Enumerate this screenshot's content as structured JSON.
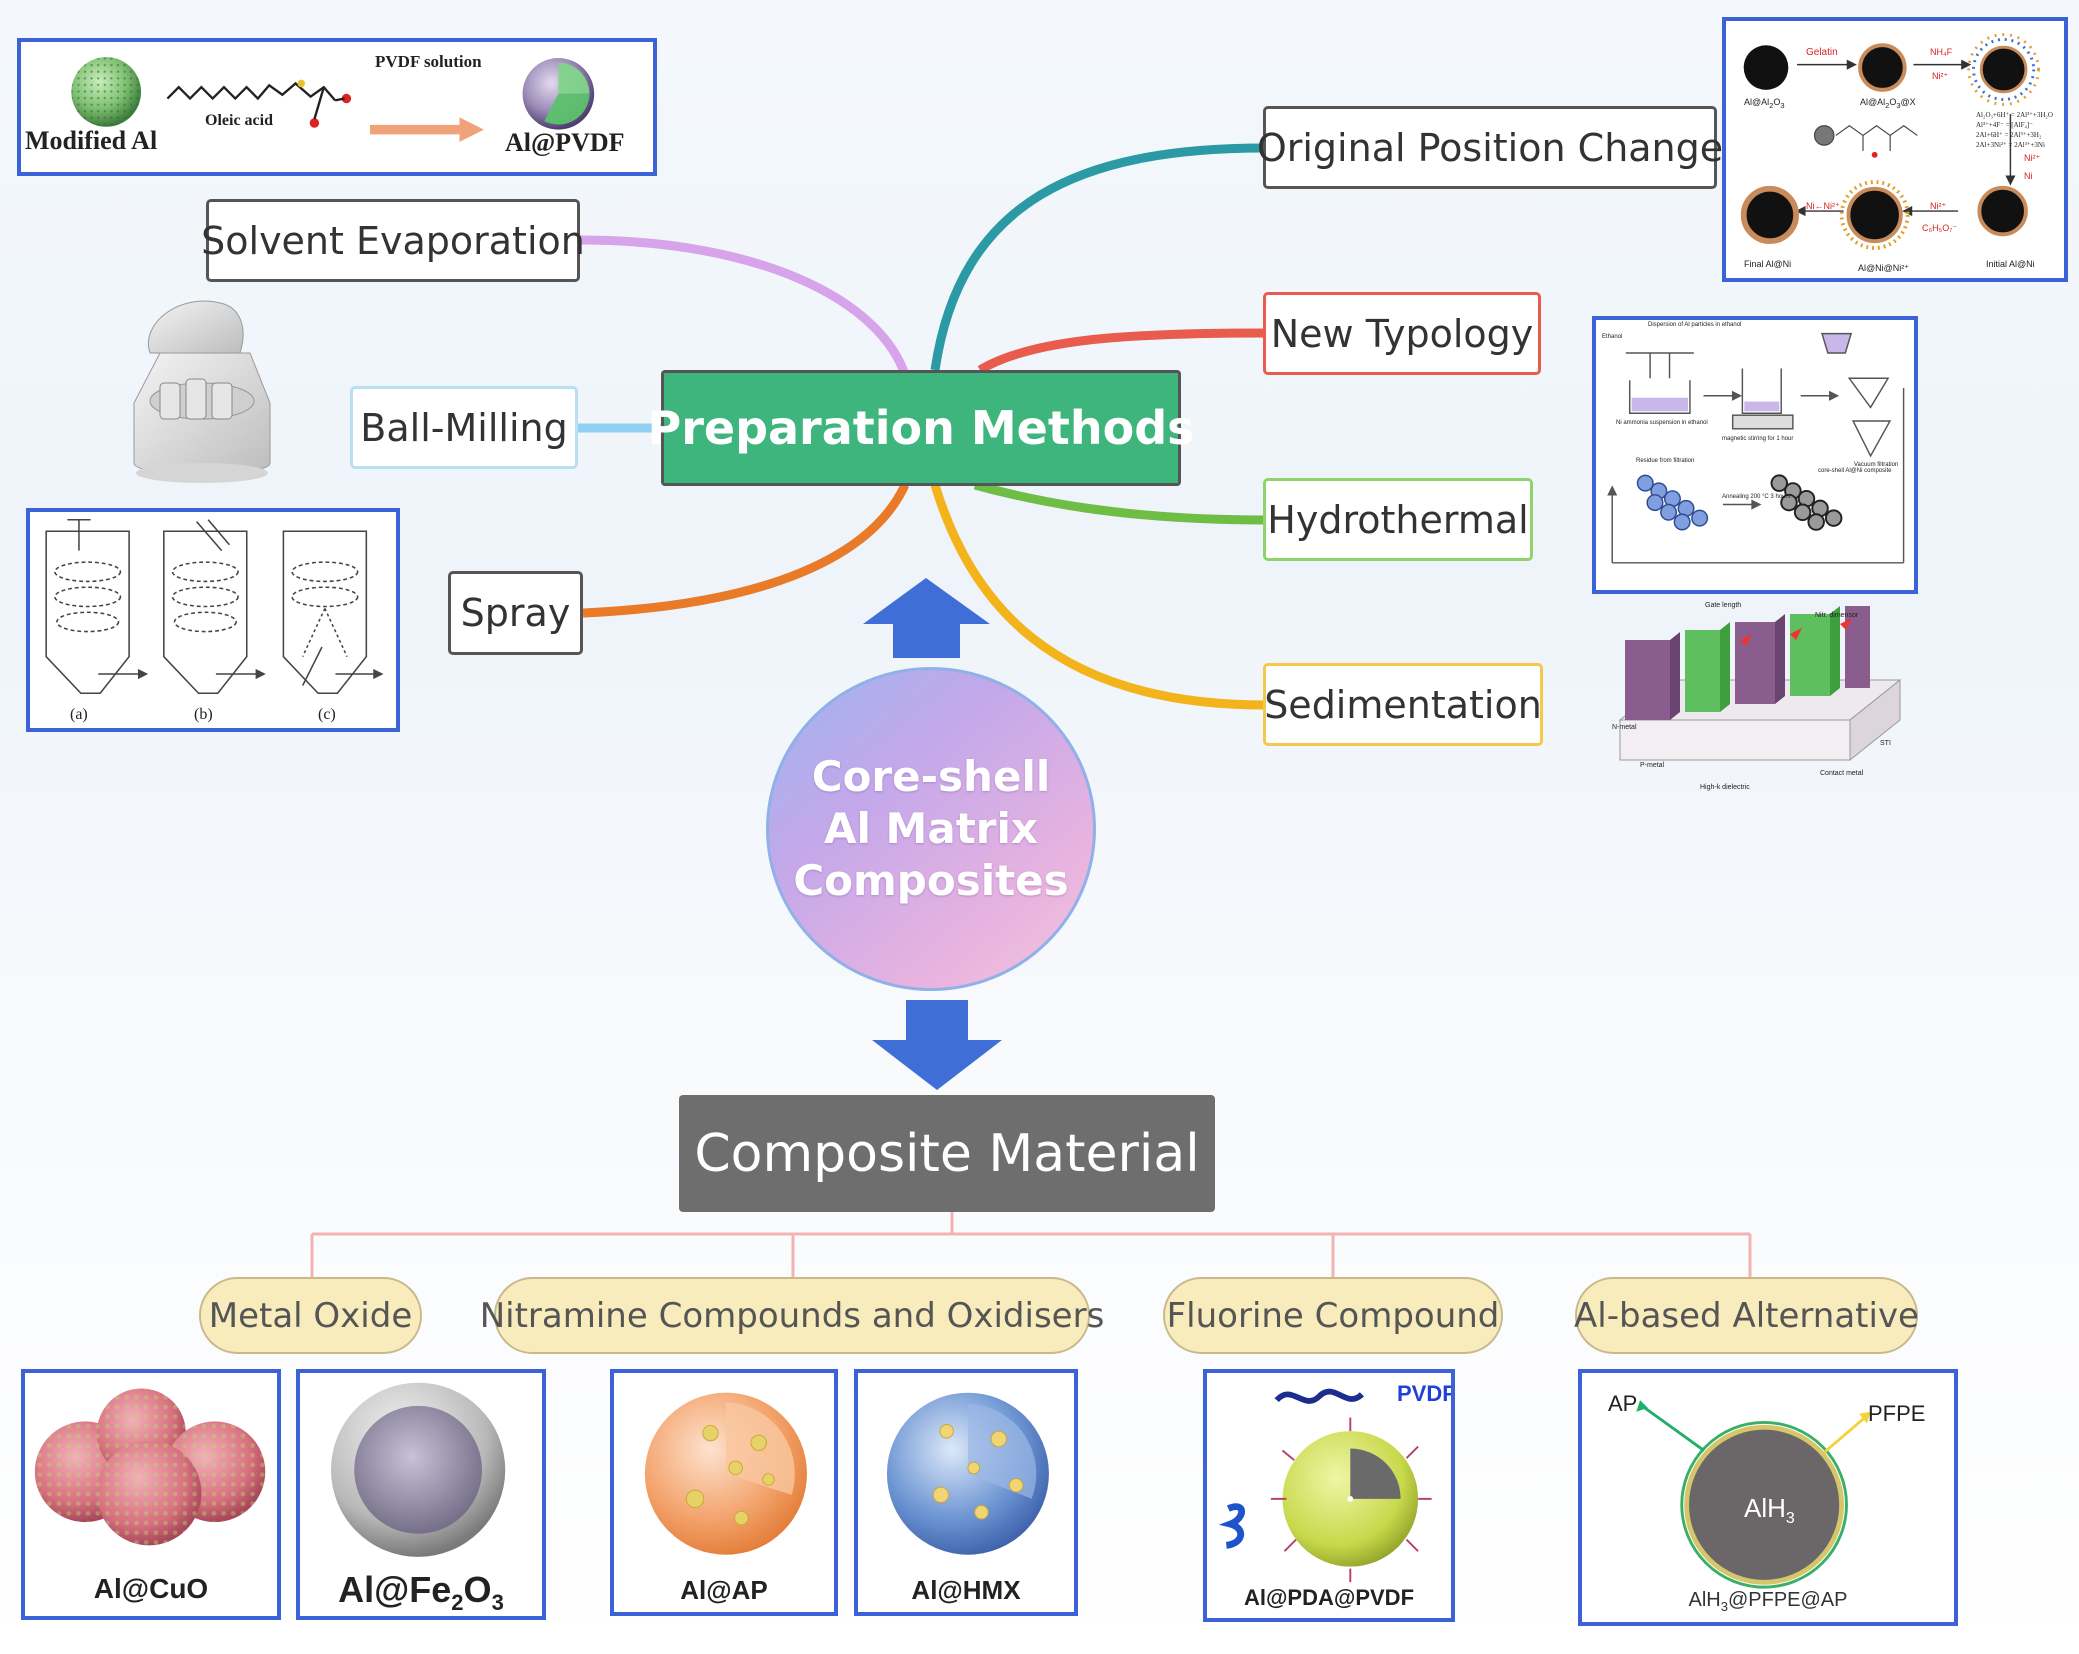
{
  "center": {
    "line1": "Core-shell",
    "line2": "Al Matrix",
    "line3": "Composites"
  },
  "prep_title": "Preparation Methods",
  "composite_title": "Composite Material",
  "methods_left": [
    "Solvent Evaporation",
    "Ball-Milling",
    "Spray"
  ],
  "methods_right": [
    "Original Position Change",
    "New Typology",
    "Hydrothermal",
    "Sedimentation"
  ],
  "categories": [
    "Metal Oxide",
    "Nitramine Compounds and Oxidisers",
    "Fluorine Compound",
    "Al-based Alternative"
  ],
  "composites": {
    "cuo": "Al@CuO",
    "fe2o3_base": "Al@Fe",
    "fe2o3_sub1": "2",
    "fe2o3_mid": "O",
    "fe2o3_sub2": "3",
    "ap": "Al@AP",
    "hmx": "Al@HMX",
    "pda": "Al@PDA@PVDF",
    "pda_pvdf": "PVDF",
    "alh3_base": "AlH",
    "alh3_sub": "3",
    "alh3_tail": "@PFPE@AP",
    "alh3_core": "AlH",
    "alh3_core_sub": "3",
    "alh3_ap": "AP",
    "alh3_pfpe": "PFPE"
  },
  "panel_pvdf": {
    "modified_al": "Modified Al",
    "oleic_acid": "Oleic acid",
    "pvdf_solution": "PVDF solution",
    "product": "Al@PVDF"
  },
  "panel_spray": {
    "a": "(a)",
    "b": "(b)",
    "c": "(c)"
  },
  "panel_ni": {
    "s1": "Al@Al",
    "s1sub": "2",
    "s1b": "O",
    "s1sub2": "3",
    "s2": "Al@Al",
    "s2sub": "2",
    "s2b": "O",
    "s2sub2": "3",
    "s2tail": "@X",
    "gelatin": "Gelatin",
    "nh4f": "NH₄F",
    "ni2": "Ni²⁺",
    "eq1": "Al₂O₃+6H⁺ = 2Al³⁺+3H₂O",
    "eq2": "Al³⁺+4F⁻ = [AlF₄]⁻",
    "eq3": "2Al+6H⁺ = 2Al³⁺+3H₂",
    "eq4": "2Al+3Ni²⁺ = 2Al³⁺+3Ni",
    "ni2b": "Ni²⁺",
    "ni": "Ni",
    "ni_arrow": "Ni←Ni²⁺",
    "ni2c": "Ni²⁺",
    "c6h5o7": "C₆H₅O₇⁻",
    "final": "Final Al@Ni",
    "mid": "Al@Ni@Ni²⁺",
    "initial": "Initial Al@Ni"
  },
  "panel_hydro": {
    "ethanol": "Ethanol",
    "dispersion": "Dispersion of Al particles in ethanol",
    "suspension": "Ni ammonia suspension in ethanol",
    "stirring": "magnetic stirring for 1 hour",
    "vacuum": "Vacuum filtration",
    "residue": "Residue from filtration",
    "annealing": "Annealing 200 °C 3 hours",
    "product": "core-shell Al@Ni composite"
  },
  "panel_chip": {
    "gate": "Gate length",
    "nm": "Nitr. dimensor",
    "n_metal": "N-metal",
    "p_metal": "P-metal",
    "highk": "High-k dielectric",
    "contact": "Contact metal",
    "sti": "STI"
  },
  "colors": {
    "prep_green": "#3fb57e",
    "comp_gray": "#6e6e6e",
    "panel_blue": "#3b62d6",
    "arrow_blue": "#3f6fd6",
    "branch_purple": "#d7a3ea",
    "branch_lightblue": "#8fd0f3",
    "branch_orange": "#e97a28",
    "branch_teal": "#2b9aa4",
    "branch_red": "#e95b4c",
    "branch_green": "#6ebe45",
    "branch_yellow": "#f3b41b",
    "tree_pink": "#f4b3b3"
  }
}
